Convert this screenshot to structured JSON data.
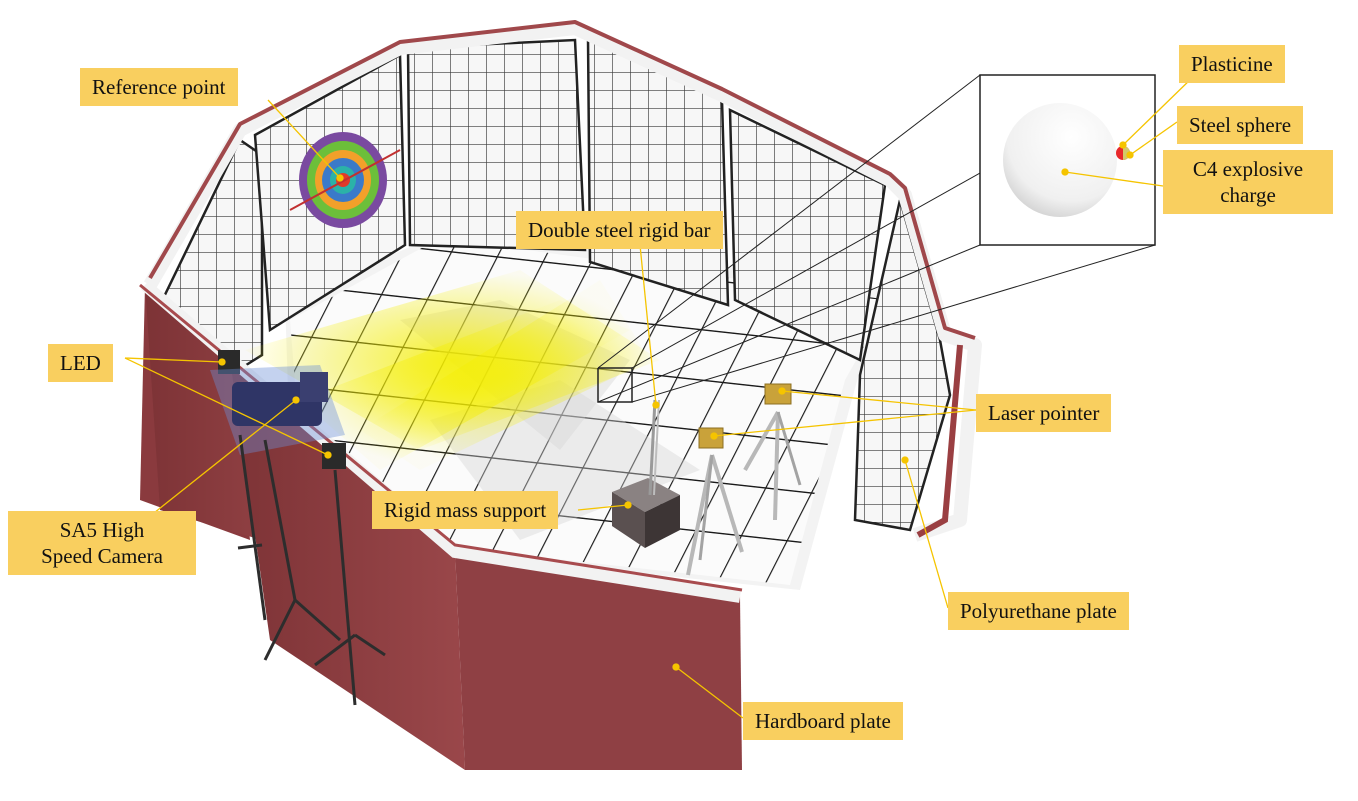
{
  "colors": {
    "label_bg": "#f9cf5f",
    "leader": "#f5c400",
    "hardboard": "#8a3a3e",
    "wall_cap": "#f2f2f2",
    "grid_line": "#1b1b1b",
    "light_beam": "#f4ee00",
    "plasticine": "#e8282a"
  },
  "labels": {
    "reference_point": "Reference point",
    "led": "LED",
    "camera_line1": "SA5 High",
    "camera_line2": "Speed Camera",
    "double_bar": "Double steel rigid bar",
    "rigid_mass_support": "Rigid mass support",
    "plasticine": "Plasticine",
    "steel_sphere": "Steel sphere",
    "c4_line1": "C4 explosive",
    "c4_line2": "charge",
    "laser_pointer": "Laser pointer",
    "polyurethane_plate": "Polyurethane plate",
    "hardboard_plate": "Hardboard plate"
  }
}
